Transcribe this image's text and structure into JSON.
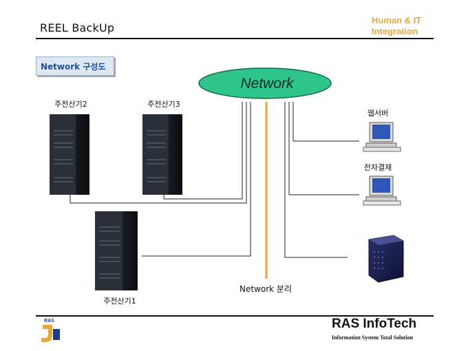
{
  "header": {
    "title": "REEL BackUp",
    "brand_line1": "Human & IT",
    "brand_line2": "Integration"
  },
  "section_label": "Network 구성도",
  "diagram": {
    "network_label": "Network",
    "separation_label": "Network 분리",
    "servers": [
      {
        "label": "주전산기2"
      },
      {
        "label": "주전산기3"
      },
      {
        "label": "주전산기1"
      }
    ],
    "clients": [
      {
        "label": "웹서버"
      },
      {
        "label": "전자결재"
      }
    ]
  },
  "footer": {
    "company": "RAS InfoTech",
    "tagline": "Information System Total Solution",
    "logo_text": "RAS"
  },
  "colors": {
    "network_ellipse": "#2ec48a",
    "separator_line": "#f0a23a",
    "brand": "#e8a63c",
    "section_box": "#dfe8f1",
    "section_text": "#1d4f9a"
  }
}
